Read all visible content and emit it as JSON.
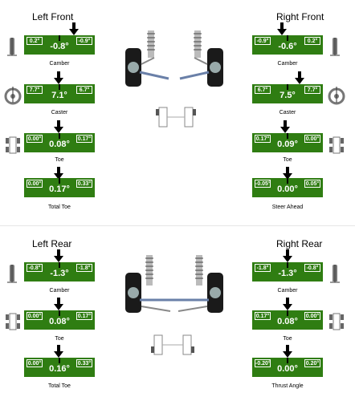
{
  "front": {
    "left_title": "Left Front",
    "right_title": "Right Front",
    "left": [
      {
        "lo": "0.2°",
        "hi": "-0.9°",
        "value": "-0.8°",
        "label": "Camber"
      },
      {
        "lo": "7.7°",
        "hi": "6.7°",
        "value": "7.1°",
        "label": "Caster"
      },
      {
        "lo": "0.00°",
        "hi": "0.17°",
        "value": "0.08°",
        "label": "Toe"
      },
      {
        "lo": "0.00°",
        "hi": "0.33°",
        "value": "0.17°",
        "label": "Total Toe"
      }
    ],
    "right": [
      {
        "lo": "-0.9°",
        "hi": "0.2°",
        "value": "-0.6°",
        "label": "Camber"
      },
      {
        "lo": "6.7°",
        "hi": "7.7°",
        "value": "7.5°",
        "label": "Caster"
      },
      {
        "lo": "0.17°",
        "hi": "0.00°",
        "value": "0.09°",
        "label": "Toe"
      },
      {
        "lo": "-0.05°",
        "hi": "0.05°",
        "value": "0.00°",
        "label": "Steer Ahead"
      }
    ]
  },
  "rear": {
    "left_title": "Left Rear",
    "right_title": "Right Rear",
    "left": [
      {
        "lo": "-0.8°",
        "hi": "-1.8°",
        "value": "-1.3°",
        "label": "Camber"
      },
      {
        "lo": "0.00°",
        "hi": "0.17°",
        "value": "0.08°",
        "label": "Toe"
      },
      {
        "lo": "0.00°",
        "hi": "0.33°",
        "value": "0.16°",
        "label": "Total Toe"
      }
    ],
    "right": [
      {
        "lo": "-1.8°",
        "hi": "-0.8°",
        "value": "-1.3°",
        "label": "Camber"
      },
      {
        "lo": "0.17°",
        "hi": "0.00°",
        "value": "0.08°",
        "label": "Toe"
      },
      {
        "lo": "-0.20°",
        "hi": "0.20°",
        "value": "0.00°",
        "label": "Thrust Angle"
      }
    ]
  },
  "colors": {
    "gauge_green": "#2f7d12",
    "text": "#000000"
  },
  "icons": [
    "camber-wheel-icon",
    "caster-wheel-icon",
    "toe-car-icon",
    "front-suspension-icon",
    "rear-suspension-icon"
  ]
}
